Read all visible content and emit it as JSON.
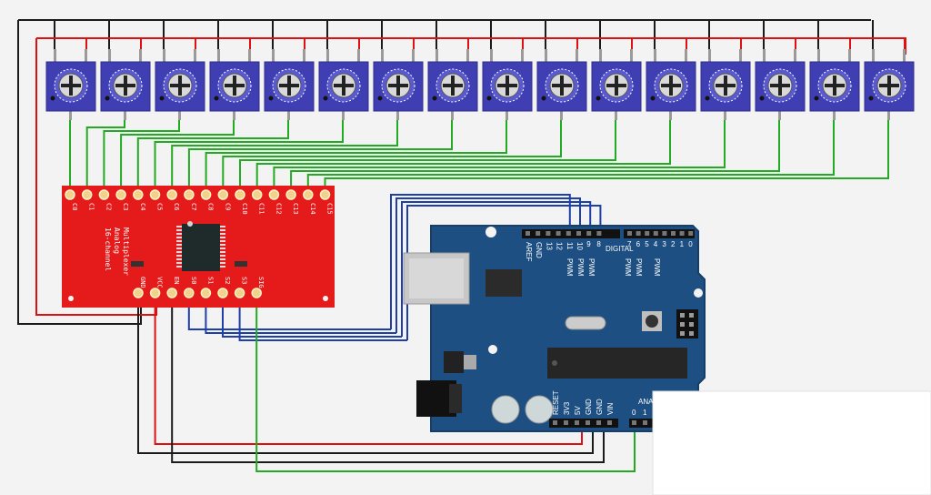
{
  "colors": {
    "background": "#f3f3f3",
    "pot_body": "#3f3fb3",
    "mux_board": "#e51a1a",
    "arduino_board": "#1d4f82",
    "wire_red": "#dd1111",
    "wire_black": "#1a1a1a",
    "wire_green": "#22aa22",
    "wire_blue": "#1f3fa8"
  },
  "potentiometers": {
    "count": 16,
    "icon": "trimmer-potentiometer-icon"
  },
  "multiplexer": {
    "title_lines": [
      "16-channel",
      "Analog",
      "Multiplexer"
    ],
    "channel_pins": [
      "C0",
      "C1",
      "C2",
      "C3",
      "C4",
      "C5",
      "C6",
      "C7",
      "C8",
      "C9",
      "C10",
      "C11",
      "C12",
      "C13",
      "C14",
      "C15"
    ],
    "control_pins": [
      "GND",
      "VCC",
      "EN",
      "S0",
      "S1",
      "S2",
      "S3",
      "SIG"
    ]
  },
  "arduino": {
    "digital_header": [
      "AREF",
      "GND",
      "1 3",
      "1 2",
      "1 1",
      "1 0",
      "9",
      "8",
      "7",
      "6",
      "5",
      "4",
      "3",
      "2",
      "1",
      "0"
    ],
    "digital_title": "DIGITAL",
    "pwm_label": "PWM",
    "power_header": [
      "RESET",
      "3V3",
      "5V",
      "GND",
      "GND",
      "VIN"
    ],
    "analog_title": "ANA",
    "analog_pins": [
      "0",
      "1"
    ]
  }
}
